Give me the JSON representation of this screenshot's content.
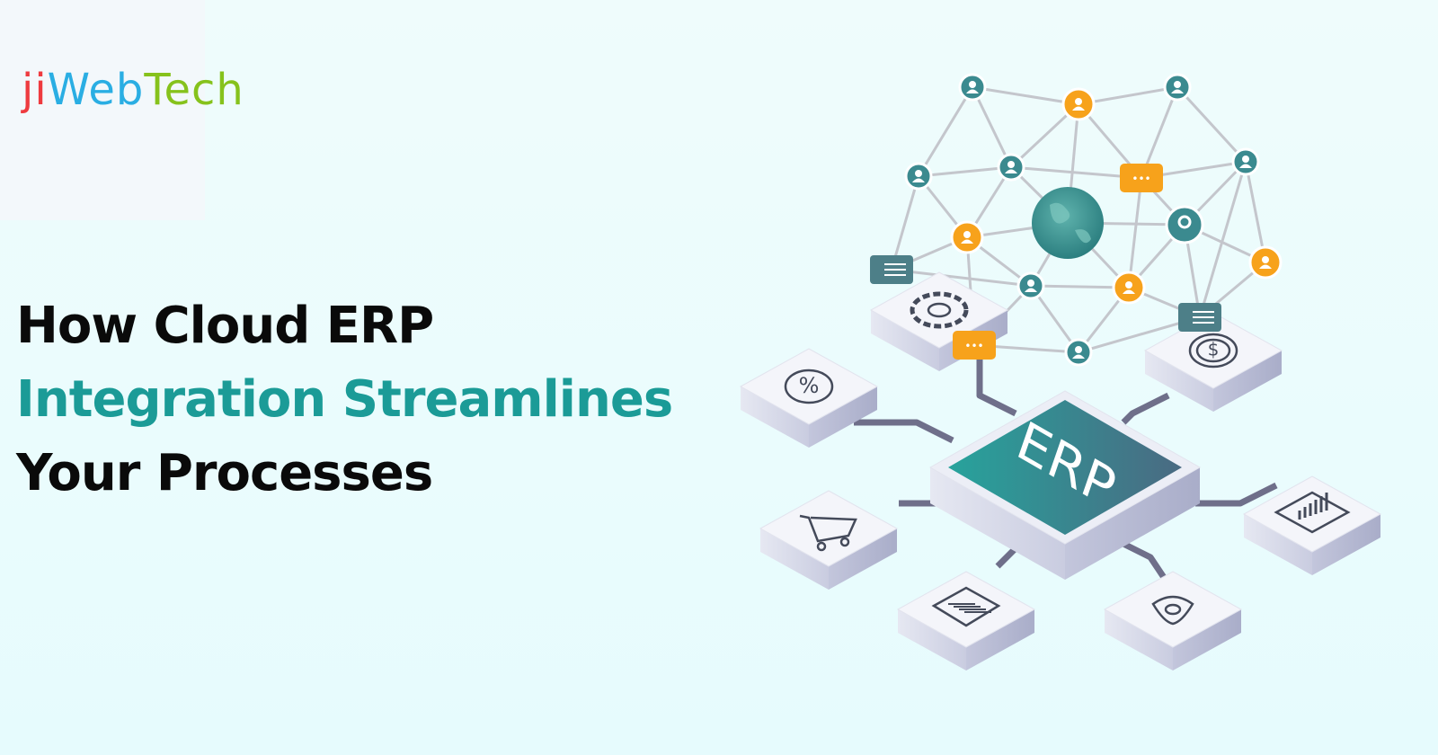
{
  "logo": {
    "part1": "ji",
    "part2": "Web",
    "part3": "Tech"
  },
  "headline": {
    "line1": "How Cloud ERP",
    "line2": "Integration Streamlines",
    "line3": "Your Processes"
  },
  "illustration": {
    "chip_label": "ERP",
    "tiles": [
      "percent-icon",
      "dollar-icon",
      "gear-icon",
      "shopping-cart-icon",
      "document-icon",
      "shield-icon",
      "bar-chart-icon"
    ],
    "percent_glyph": "%",
    "dollar_glyph": "$",
    "chat_glyph": "•••"
  },
  "colors": {
    "accent": "#1b9b97",
    "logo_red": "#ee3b3f",
    "logo_blue": "#2aaee3",
    "logo_green": "#86c21c",
    "node_teal": "#3b8a8f",
    "node_orange": "#f7a21b",
    "connector": "#6f6f8a"
  }
}
